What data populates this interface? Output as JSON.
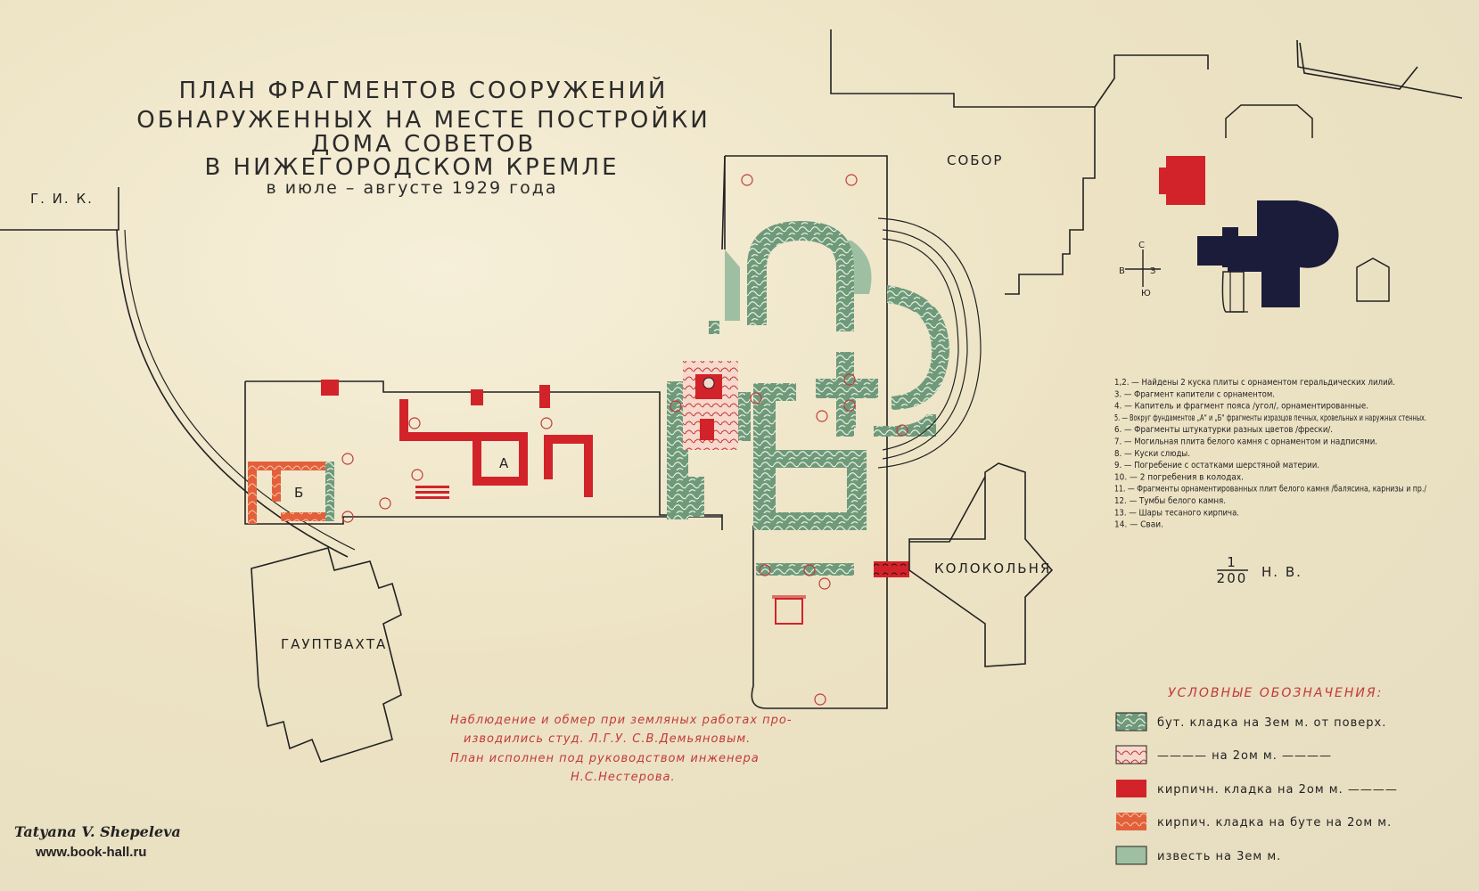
{
  "title": {
    "line1": "ПЛАН ФРАГМЕНТОВ СООРУЖЕНИЙ",
    "line2": "ОБНАРУЖЕННЫХ НА МЕСТЕ ПОСТРОЙКИ",
    "line3": "ДОМА СОВЕТОВ",
    "line4": "В НИЖЕГОРОДСКОМ КРЕМЛЕ",
    "line5": "в июле – августе 1929 года"
  },
  "labels": {
    "gik": "Г. И. К.",
    "sobor": "СОБОР",
    "kolokolnya": "КОЛОКОЛЬНЯ",
    "gauptvakhta": "ГАУПТВАХТА",
    "a": "А",
    "b": "Б"
  },
  "compass": {
    "n": "С",
    "s": "Ю",
    "e": "В",
    "w": "З"
  },
  "notes": [
    "1,2. — Найдены 2 куска плиты с орнаментом геральдических лилий.",
    "3. — Фрагмент капители с орнаментом.",
    "4. — Капитель и фрагмент пояса /угол/, орнаментированные.",
    "5. — Вокруг фундаментов „А“ и „Б“ фрагменты изразцов печных, кровельных и наружных стенных.",
    "6. — Фрагменты штукатурки разных цветов /фрески/.",
    "7. — Могильная плита белого камня с орнаментом и надписями.",
    "8. — Куски слюды.",
    "9. — Погребение с остатками шерстяной материи.",
    "10. — 2 погребения в колодах.",
    "11. — Фрагменты орнаментированных плит белого камня /балясина, карнизы и пр./",
    "12. — Тумбы белого камня.",
    "13. — Шары тесаного кирпича.",
    "14. — Сваи."
  ],
  "scale": {
    "num": "1",
    "den": "200",
    "suffix": "Н. В."
  },
  "observation": {
    "line1": "Наблюдение и обмер при земляных работах про-",
    "line2": "изводились студ. Л.Г.У. С.В.Демьяновым.",
    "line3": "План исполнен под руководством инженера",
    "line4": "Н.С.Нестерова."
  },
  "legend": {
    "title": "УСЛОВНЫЕ ОБОЗНАЧЕНИЯ:",
    "items": [
      "бут. кладка на 3ем м. от поверх.",
      "———— на 2ом м. ————",
      "кирпичн. кладка на 2ом м. ————",
      "кирпич. кладка на буте на 2ом м.",
      "известь на 3ем м."
    ]
  },
  "watermark": {
    "name": "Tatyana V. Shepeleva",
    "url": "www.book-hall.ru"
  },
  "colors": {
    "rubble": "#6f9a7a",
    "lime": "#9fbfa2",
    "brick": "#d2232a",
    "brickOnRubble": "#e2603a",
    "rubble2": "#f2c9b8",
    "dark": "#1b1b3a"
  }
}
